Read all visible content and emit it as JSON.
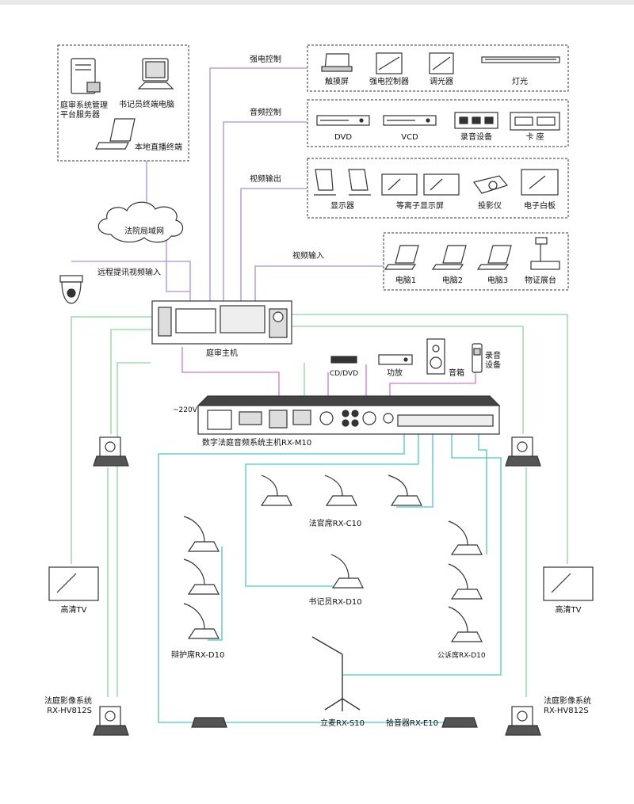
{
  "colors": {
    "line": "#8dd3a1",
    "cyan": "#4cc6c6",
    "purple": "#a990d6",
    "pink": "#d07ad0",
    "device": "#333333"
  },
  "network": {
    "server": "庭审系统管理\n平台服务器",
    "clerk_pc": "书记员终端电脑",
    "live_laptop": "本地直播终端",
    "lan": "法院局域网",
    "remote_video": "远程提讯视频输入"
  },
  "links": {
    "power_control": "强电控制",
    "audio_control": "音频控制",
    "video_output": "视频输出",
    "video_input": "视频输入"
  },
  "power_devices": [
    "触摸屏",
    "强电控制器",
    "调光器",
    "灯光"
  ],
  "audio_devices": [
    "DVD",
    "VCD",
    "录音设备",
    "卡 座"
  ],
  "video_out_devices": [
    "显示器",
    "等离子显示屏",
    "投影仪",
    "电子白板"
  ],
  "video_in_devices": [
    "电脑1",
    "电脑2",
    "电脑3",
    "物证展台"
  ],
  "main_host": "庭审主机",
  "audio_host": {
    "name": "数字法庭音频系统主机RX-M10",
    "power": "~220V"
  },
  "peripherals": [
    "CD/DVD",
    "功放",
    "音箱",
    "录音\n设备"
  ],
  "mics": {
    "judge": "法官席RX-C10",
    "clerk": "书记员RX-D10",
    "defense": "辩护席RX-D10",
    "prosecution": "公诉席RX-D10",
    "stand": "立麦RX-S10",
    "pickup": "拾音器RX-E10"
  },
  "tv": [
    "高清TV",
    "高清TV"
  ],
  "camera_system": [
    "法庭影像系统\nRX-HV812S",
    "法庭影像系统\nRX-HV812S"
  ]
}
